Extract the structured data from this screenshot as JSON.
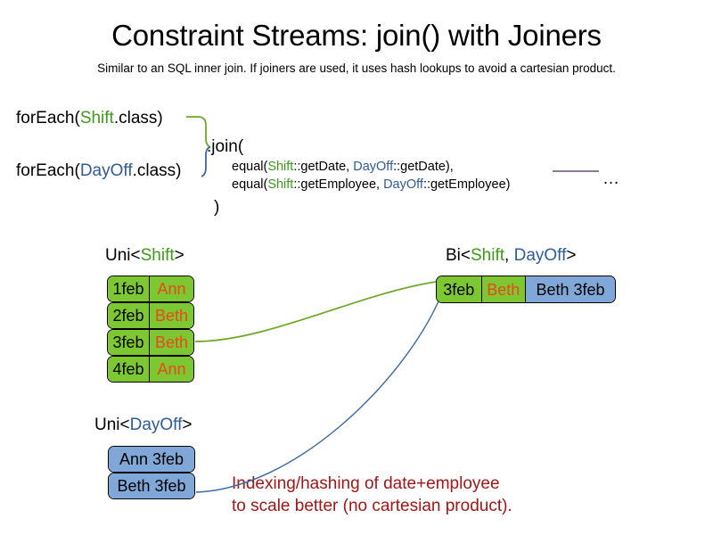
{
  "header": {
    "title": "Constraint Streams: join() with Joiners",
    "subtitle": "Similar to an SQL inner join. If joiners are used, it uses hash lookups to avoid a cartesian product."
  },
  "code": {
    "foreach_shift": {
      "prefix": "forEach(",
      "type": "Shift",
      "suffix": ".class)"
    },
    "foreach_dayoff": {
      "prefix": "forEach(",
      "type": "DayOff",
      "suffix": ".class)"
    },
    "join_open": ".join(",
    "join_close": ")",
    "joiners": [
      {
        "prefix": "equal(",
        "left_type": "Shift",
        "left_ref": "::getDate, ",
        "right_type": "DayOff",
        "right_ref": "::getDate),"
      },
      {
        "prefix": "equal(",
        "left_type": "Shift",
        "left_ref": "::getEmployee, ",
        "right_type": "DayOff",
        "right_ref": "::getEmployee)"
      }
    ],
    "ellipsis": "…"
  },
  "streams": {
    "uni_shift": {
      "label_prefix": "Uni<",
      "label_type": "Shift",
      "label_suffix": ">",
      "rows": [
        {
          "date": "1feb",
          "employee": "Ann"
        },
        {
          "date": "2feb",
          "employee": "Beth"
        },
        {
          "date": "3feb",
          "employee": "Beth"
        },
        {
          "date": "4feb",
          "employee": "Ann"
        }
      ]
    },
    "uni_dayoff": {
      "label_prefix": "Uni<",
      "label_type": "DayOff",
      "label_suffix": ">",
      "rows": [
        {
          "text": "Ann 3feb"
        },
        {
          "text": "Beth 3feb"
        }
      ]
    },
    "bi_joined": {
      "label_prefix": "Bi<",
      "label_type_a": "Shift",
      "label_separator": ", ",
      "label_type_b": "DayOff",
      "label_suffix": ">",
      "row": {
        "date": "3feb",
        "employee": "Beth",
        "dayoff": "Beth 3feb"
      }
    }
  },
  "caption": {
    "line1": "Indexing/hashing of date+employee",
    "line2": "to scale better (no cartesian product)."
  },
  "colors": {
    "shift_green_text": "#3C9B18",
    "dayoff_blue_text": "#2E5C9A",
    "shift_box_fill": "#7DC832",
    "dayoff_box_fill": "#7FA8D8",
    "employee_text": "#E8481C",
    "caption_red": "#A41515",
    "connector_green": "#6FA828",
    "connector_blue": "#3A68A8",
    "rule_purple": "#6A4E78"
  }
}
